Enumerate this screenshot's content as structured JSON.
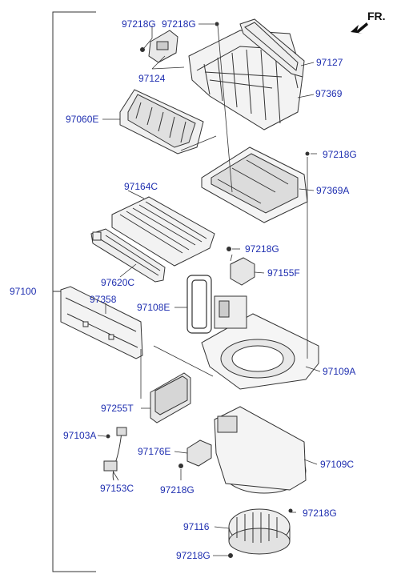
{
  "direction_label": "FR.",
  "parts": {
    "97218G_a": "97218G",
    "97218G_b": "97218G",
    "97127": "97127",
    "97124": "97124",
    "97369": "97369",
    "97060E": "97060E",
    "97218G_c": "97218G",
    "97164C": "97164C",
    "97369A": "97369A",
    "97218G_d": "97218G",
    "97620C": "97620C",
    "97155F": "97155F",
    "97100": "97100",
    "97358": "97358",
    "97108E": "97108E",
    "97109A": "97109A",
    "97255T": "97255T",
    "97103A": "97103A",
    "97176E": "97176E",
    "97109C": "97109C",
    "97153C": "97153C",
    "97218G_e": "97218G",
    "97218G_f": "97218G",
    "97116": "97116",
    "97218G_g": "97218G"
  }
}
